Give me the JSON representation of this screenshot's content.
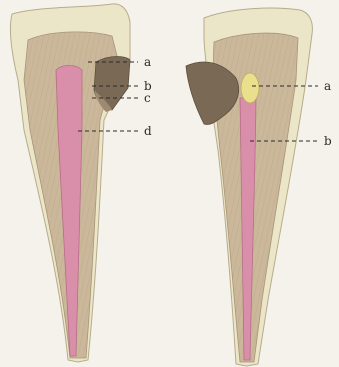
{
  "figure": {
    "left_tooth": {
      "labels": [
        "a",
        "b",
        "c",
        "d"
      ]
    },
    "right_tooth": {
      "labels": [
        "a",
        "b"
      ]
    }
  },
  "colors": {
    "background": "#f4f2ea",
    "enamel": "#ece6c9",
    "dentin": "#cbb89a",
    "pulp": "#d98fa9",
    "decay": "#7a6a55",
    "secondary_dentin": "#e9df8c"
  }
}
